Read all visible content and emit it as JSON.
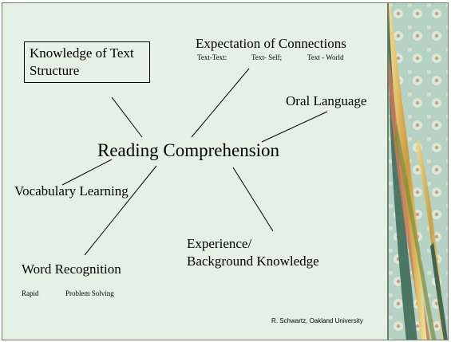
{
  "center": {
    "label": "Reading Comprehension"
  },
  "nodes": {
    "text_structure": {
      "line1": "Knowledge of Text",
      "line2": "Structure"
    },
    "connections": {
      "title": "Expectation of Connections",
      "sub1": "Text-Text:",
      "sub2": "Text- Self;",
      "sub3": "Text - World"
    },
    "oral_language": {
      "label": "Oral Language"
    },
    "vocabulary": {
      "label": "Vocabulary Learning"
    },
    "word_recognition": {
      "label": "Word Recognition",
      "sub1": "Rapid",
      "sub2": "Problem Solving"
    },
    "experience": {
      "line1": "Experience/",
      "line2": "Background Knowledge"
    }
  },
  "footer": {
    "credit": "R. Schwartz, Oakland University"
  },
  "colors": {
    "slide_background": "#e6f1e6",
    "side_panel": "#b9d4c6",
    "gold": "#d8b85a",
    "coral": "#c86f4f"
  }
}
